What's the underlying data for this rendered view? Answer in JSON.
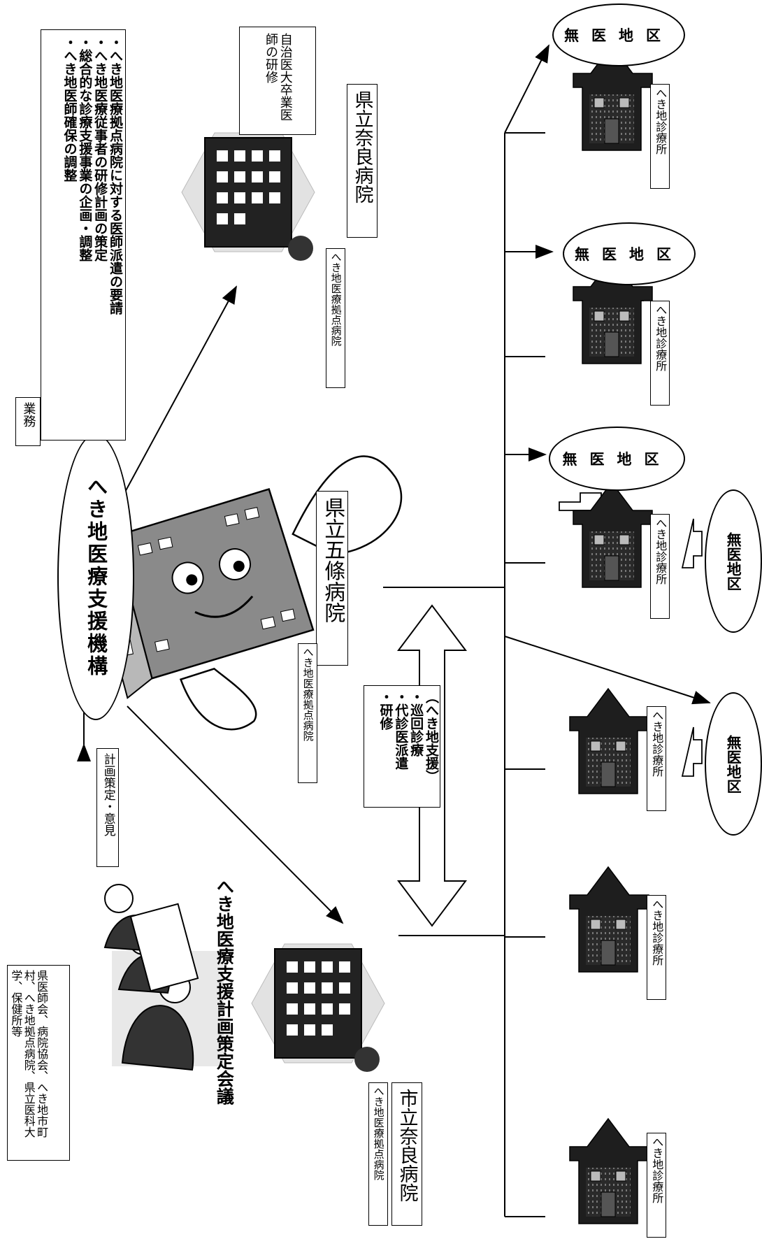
{
  "organization": "へき地医療支援機構",
  "duties": {
    "heading": "業務",
    "items": [
      "・へき地医療拠点病院に対する医師派遣の要請",
      "・へき地医療従事者の研修計画の策定",
      "・総合的な診療支援事業の企画・調整",
      "・へき地医師確保の調整"
    ]
  },
  "council": {
    "name": "へき地医療支援計画策定会議",
    "members": "県医師会、病院協会、へき地市町村、へき地拠点病院、県立医科大学、保健所等"
  },
  "council_link_label": "計画策定・意見",
  "hospitals": {
    "nara_pref": {
      "name": "県立奈良病院",
      "tag": "へき地医療拠点病院",
      "note": "自治医大卒業医師の研修"
    },
    "gojo": {
      "name": "県立五條病院",
      "tag": "へき地医療拠点病院"
    },
    "nara_city": {
      "name": "市立奈良病院",
      "tag": "へき地医療拠点病院"
    }
  },
  "support": {
    "title": "（へき地支援）",
    "items": [
      "・巡回診療",
      "・代診医派遣",
      "・研修"
    ]
  },
  "clinic_label": "へき地診療所",
  "no_doctor_area": "無医地区",
  "colors": {
    "line": "#000000",
    "building": "#1a1a1a",
    "roof": "#262626",
    "hex": "#e6e6e6"
  }
}
